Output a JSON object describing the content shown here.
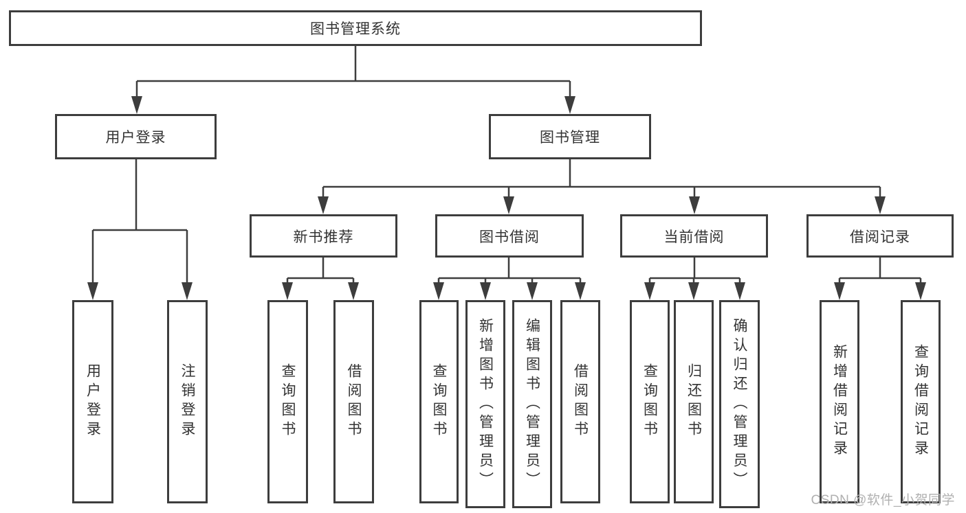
{
  "diagram_type": "tree",
  "tree": {
    "root": {
      "label": "图书管理系统"
    },
    "branches": [
      {
        "label": "用户登录",
        "leaves": [
          {
            "label": "用户登录"
          },
          {
            "label": "注销登录"
          }
        ]
      },
      {
        "label": "图书管理",
        "groups": [
          {
            "label": "新书推荐",
            "leaves": [
              {
                "label": "查询图书"
              },
              {
                "label": "借阅图书"
              }
            ]
          },
          {
            "label": "图书借阅",
            "leaves": [
              {
                "label": "查询图书"
              },
              {
                "label": "新增图书（管理员）"
              },
              {
                "label": "编辑图书（管理员）"
              },
              {
                "label": "借阅图书"
              }
            ]
          },
          {
            "label": "当前借阅",
            "leaves": [
              {
                "label": "查询图书"
              },
              {
                "label": "归还图书"
              },
              {
                "label": "确认归还（管理员）"
              }
            ]
          },
          {
            "label": "借阅记录",
            "leaves": [
              {
                "label": "新增借阅记录"
              },
              {
                "label": "查询借阅记录"
              }
            ]
          }
        ]
      }
    ]
  },
  "watermark": "CSDN @软件_小贺同学",
  "colors": {
    "line": "#3d3d3d",
    "text": "#333333",
    "watermark": "#b0b0b0",
    "background": "#ffffff"
  }
}
